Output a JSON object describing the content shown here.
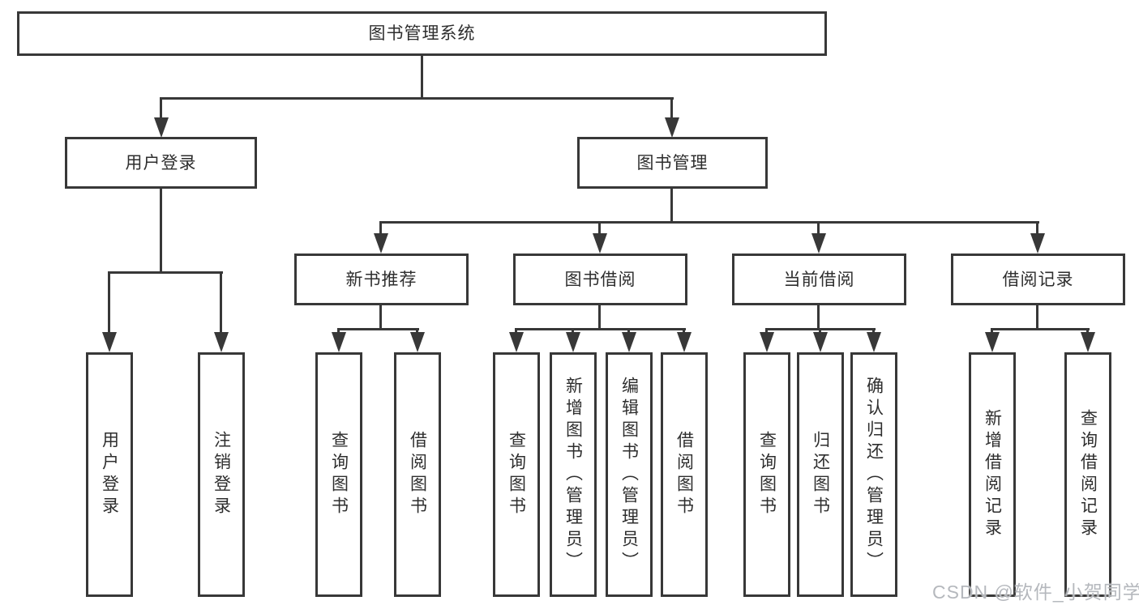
{
  "diagram_title": "图书管理系统",
  "tree": {
    "root": {
      "label": "图书管理系统",
      "children": [
        {
          "label": "用户登录",
          "children": [
            {
              "label": "用户登录"
            },
            {
              "label": "注销登录"
            }
          ]
        },
        {
          "label": "图书管理",
          "children": [
            {
              "label": "新书推荐",
              "children": [
                {
                  "label": "查询图书"
                },
                {
                  "label": "借阅图书"
                }
              ]
            },
            {
              "label": "图书借阅",
              "children": [
                {
                  "label": "查询图书"
                },
                {
                  "label": "新增图书（管理员）"
                },
                {
                  "label": "编辑图书（管理员）"
                },
                {
                  "label": "借阅图书"
                }
              ]
            },
            {
              "label": "当前借阅",
              "children": [
                {
                  "label": "查询图书"
                },
                {
                  "label": "归还图书"
                },
                {
                  "label": "确认归还（管理员）"
                }
              ]
            },
            {
              "label": "借阅记录",
              "children": [
                {
                  "label": "新增借阅记录"
                },
                {
                  "label": "查询借阅记录"
                }
              ]
            }
          ]
        }
      ]
    }
  },
  "watermark": {
    "text": "CSDN @软件_小贺同学",
    "color": "#b5b8bd"
  },
  "colors": {
    "line": "#383838",
    "box_border": "#383838",
    "box_fill": "#ffffff",
    "text": "#2e2e2e",
    "background": "#ffffff"
  }
}
